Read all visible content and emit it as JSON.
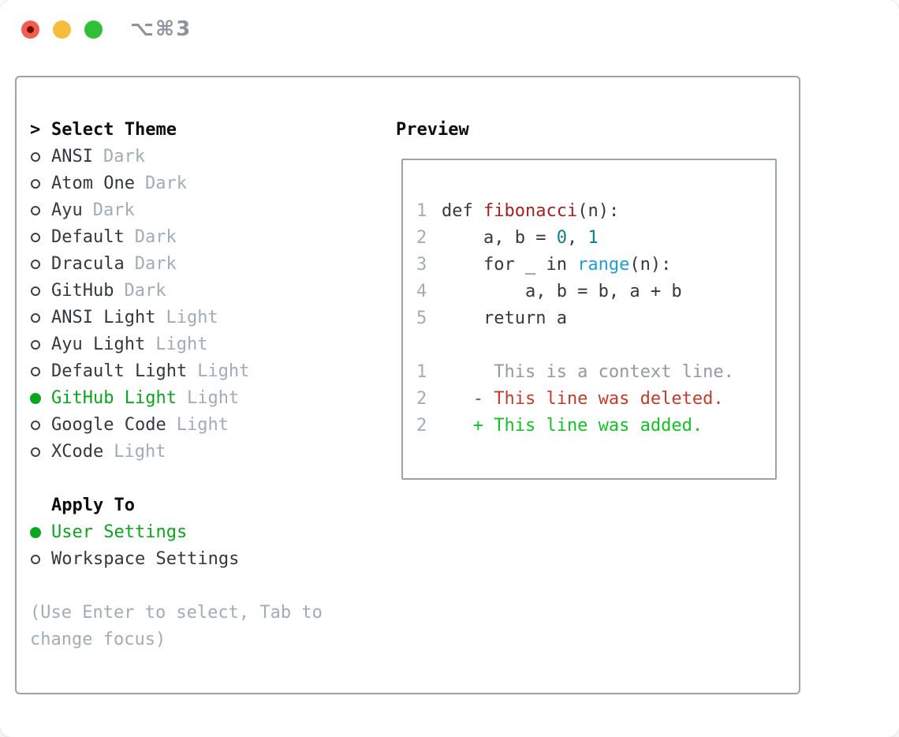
{
  "titlebar": {
    "title": "⌥⌘3"
  },
  "colors": {
    "accent_green": "#0aa61d",
    "added_green": "#10c325",
    "deleted_red": "#c33c2b",
    "func_red": "#a81f1f",
    "number_teal": "#0e7f88",
    "builtin_blue": "#1d9ed8",
    "context_gray": "#939aa5",
    "text_dark": "#34383f",
    "muted_gray": "#a2abb8",
    "gutter_gray": "#a2abb8",
    "border_gray": "#9aa3ae",
    "traffic_red": "#f15d51",
    "traffic_red_dot": "#730c06",
    "traffic_yellow": "#f6bd3c",
    "traffic_green": "#2ec138"
  },
  "theme_panel": {
    "list_header": {
      "prefix": ">",
      "label": "Select Theme"
    },
    "themes": [
      {
        "name": "ANSI",
        "variant": "Dark",
        "selected": false
      },
      {
        "name": "Atom One",
        "variant": "Dark",
        "selected": false
      },
      {
        "name": "Ayu",
        "variant": "Dark",
        "selected": false
      },
      {
        "name": "Default",
        "variant": "Dark",
        "selected": false
      },
      {
        "name": "Dracula",
        "variant": "Dark",
        "selected": false
      },
      {
        "name": "GitHub",
        "variant": "Dark",
        "selected": false
      },
      {
        "name": "ANSI Light",
        "variant": "Light",
        "selected": false
      },
      {
        "name": "Ayu Light",
        "variant": "Light",
        "selected": false
      },
      {
        "name": "Default Light",
        "variant": "Light",
        "selected": false
      },
      {
        "name": "GitHub Light",
        "variant": "Light",
        "selected": true
      },
      {
        "name": "Google Code",
        "variant": "Light",
        "selected": false
      },
      {
        "name": "XCode",
        "variant": "Light",
        "selected": false
      }
    ],
    "apply_header": "Apply To",
    "apply_options": [
      {
        "name": "User Settings",
        "selected": true
      },
      {
        "name": "Workspace Settings",
        "selected": false
      }
    ],
    "hint": "(Use Enter to select, Tab to change focus)"
  },
  "preview": {
    "header": "Preview",
    "code_lines": [
      {
        "num": "1",
        "tokens": [
          {
            "text": "def ",
            "cls": "code"
          },
          {
            "text": "fibonacci",
            "cls": "func"
          },
          {
            "text": "(n):",
            "cls": "code"
          }
        ]
      },
      {
        "num": "2",
        "tokens": [
          {
            "text": "    a, b = ",
            "cls": "code"
          },
          {
            "text": "0",
            "cls": "num"
          },
          {
            "text": ", ",
            "cls": "code"
          },
          {
            "text": "1",
            "cls": "num"
          }
        ]
      },
      {
        "num": "3",
        "tokens": [
          {
            "text": "    for _ in ",
            "cls": "code"
          },
          {
            "text": "range",
            "cls": "builtin"
          },
          {
            "text": "(n):",
            "cls": "code"
          }
        ]
      },
      {
        "num": "4",
        "tokens": [
          {
            "text": "        a, b = b, a + b",
            "cls": "code"
          }
        ]
      },
      {
        "num": "5",
        "tokens": [
          {
            "text": "    return a",
            "cls": "code"
          }
        ]
      },
      {
        "num": "",
        "tokens": []
      },
      {
        "num": "1",
        "tokens": [
          {
            "text": "     This is a context line.",
            "cls": "context"
          }
        ]
      },
      {
        "num": "2",
        "tokens": [
          {
            "text": "   - This line was deleted.",
            "cls": "deleted"
          }
        ]
      },
      {
        "num": "2",
        "tokens": [
          {
            "text": "   + This line was added.",
            "cls": "added"
          }
        ]
      }
    ]
  }
}
